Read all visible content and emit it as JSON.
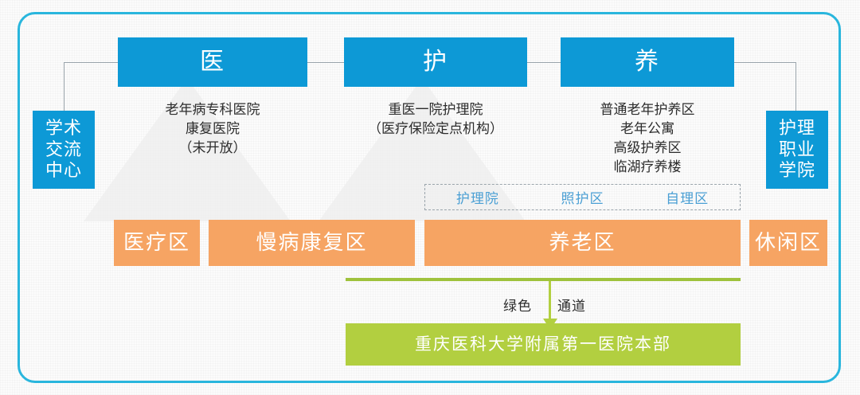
{
  "diagram": {
    "title_concept": "医护养一体化服务体系",
    "frame_color": "#29b6dd",
    "colors": {
      "blue": "#0d99d6",
      "orange": "#f6a463",
      "green": "#b2cf40",
      "green_line": "#9fc23c",
      "dash_text": "#4a9fd4",
      "connector": "#9aa4ab"
    }
  },
  "side_boxes": {
    "left": {
      "label": "学术\n交流\n中心"
    },
    "right": {
      "label": "护理\n职业\n学院"
    }
  },
  "top_boxes": [
    {
      "label": "医"
    },
    {
      "label": "护"
    },
    {
      "label": "养"
    }
  ],
  "descriptions": [
    {
      "text": "老年病专科医院\n康复医院\n（未开放）"
    },
    {
      "text": "重医一院护理院\n（医疗保险定点机构）"
    },
    {
      "text": "普通老年护养区\n老年公寓\n高级护养区\n临湖疗养楼"
    }
  ],
  "dashed_group": {
    "items": [
      {
        "label": "护理院"
      },
      {
        "label": "照护区"
      },
      {
        "label": "自理区"
      }
    ]
  },
  "zones": [
    {
      "label": "医疗区"
    },
    {
      "label": "慢病康复区"
    },
    {
      "label": "养老区"
    },
    {
      "label": "休闲区"
    }
  ],
  "channel": {
    "left_label": "绿色",
    "right_label": "通道"
  },
  "bottom_box": {
    "label": "重庆医科大学附属第一医院本部"
  }
}
